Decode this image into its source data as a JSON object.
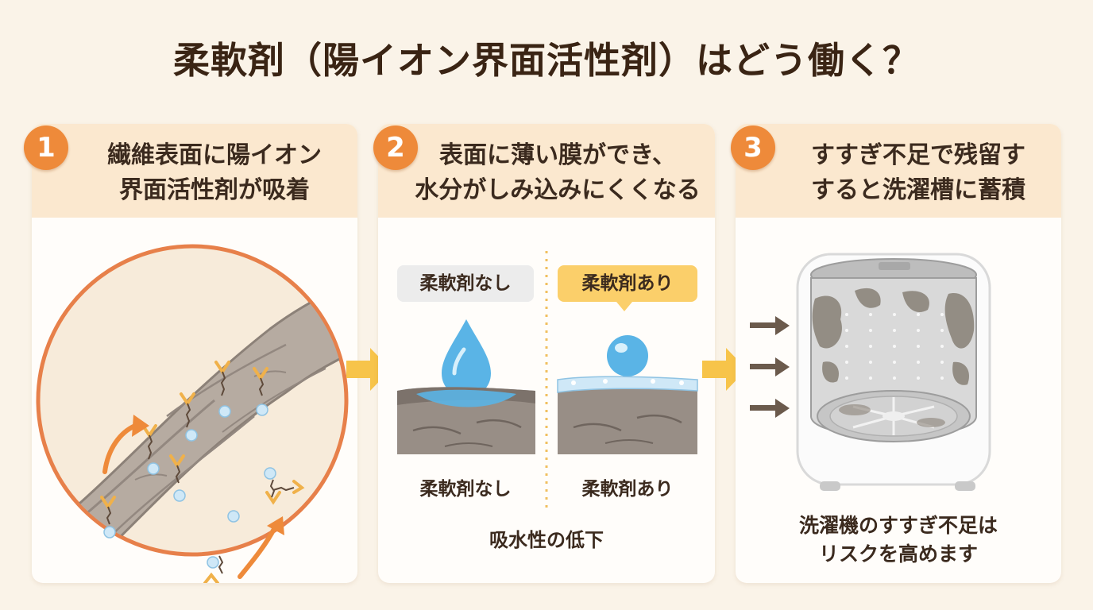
{
  "title": "柔軟剤（陽イオン界面活性剤）はどう働く？",
  "panels": [
    {
      "number": "1",
      "line1": "繊維表面に陽イオン",
      "line2": "界面活性剤が吸着"
    },
    {
      "number": "2",
      "line1": "表面に薄い膜ができ、",
      "line2": "水分がしみ込みにくくなる",
      "chip_left": "柔軟剤なし",
      "chip_right": "柔軟剤あり",
      "label_left": "柔軟剤なし",
      "label_right": "柔軟剤あり",
      "caption": "吸水性の低下"
    },
    {
      "number": "3",
      "line1": "すすぎ不足で残留す",
      "line2": "すると洗濯槽に蓄積",
      "caption_line1": "洗濯機のすすぎ不足は",
      "caption_line2": "リスクを高めます"
    }
  ],
  "colors": {
    "accent": "#ee8a3a",
    "header_bg": "#fbe8cf",
    "water": "#5ab4e6",
    "arrow": "#f7c44a"
  }
}
